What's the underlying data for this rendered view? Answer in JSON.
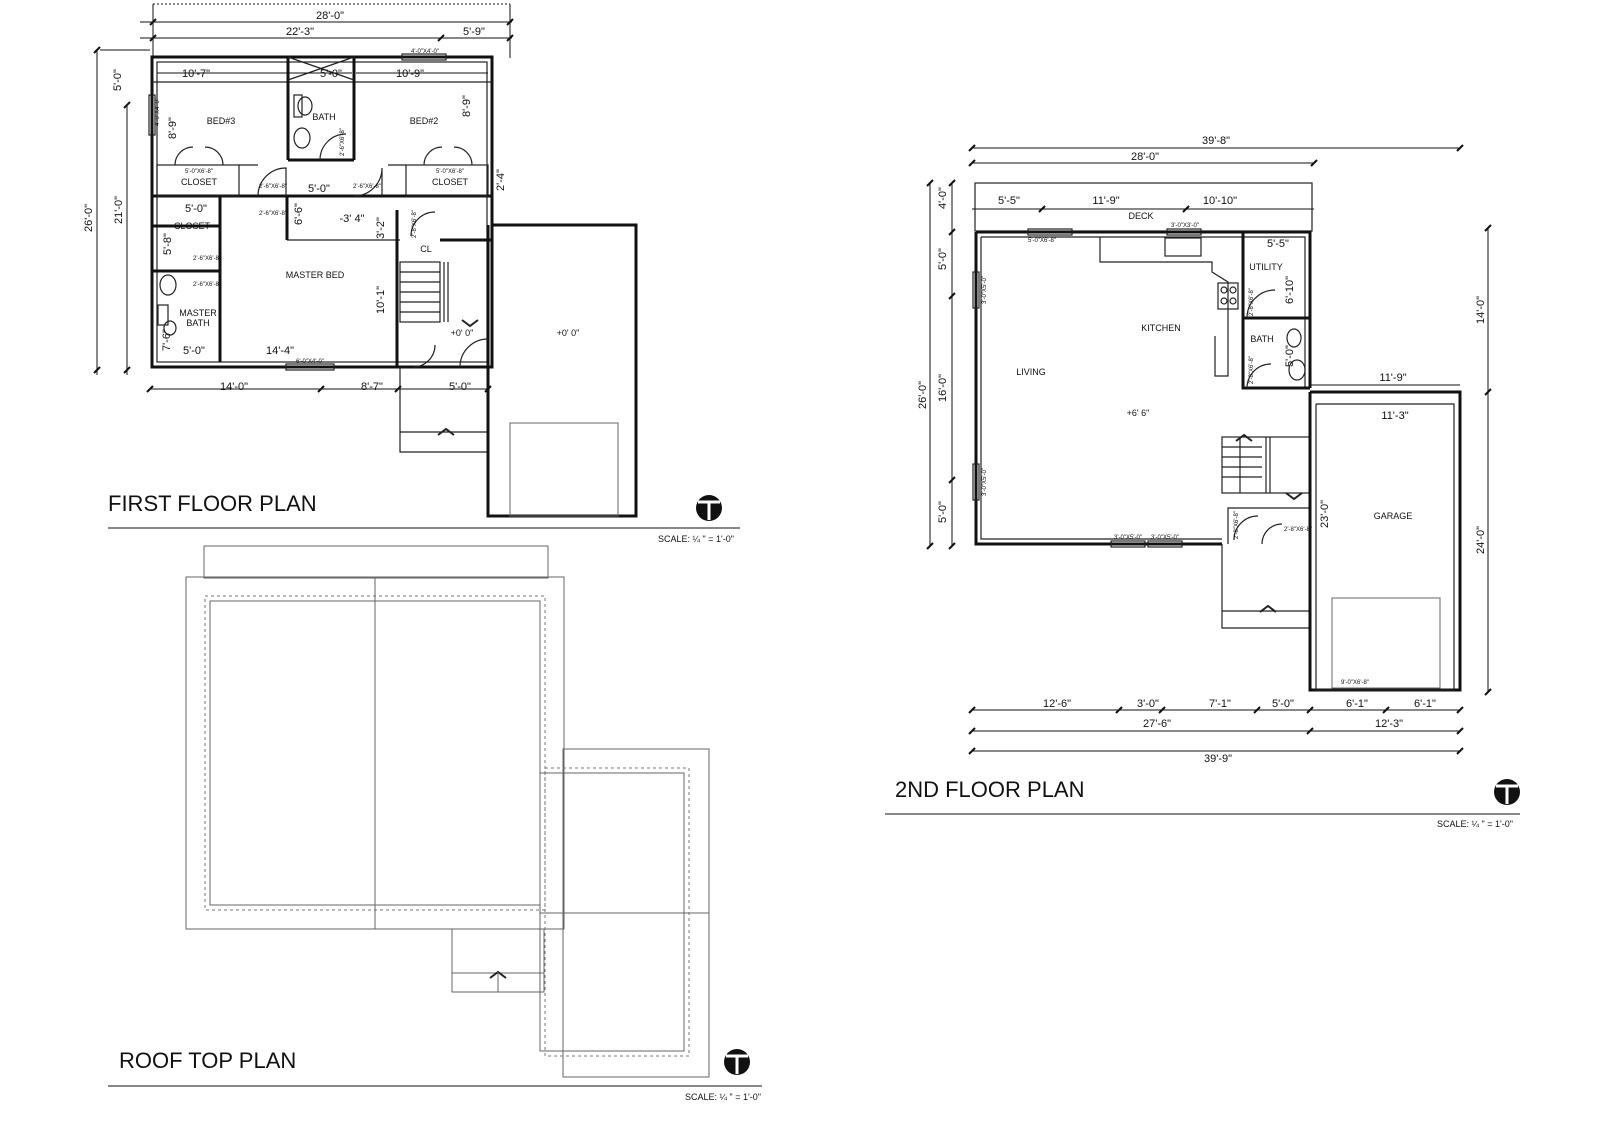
{
  "first_floor": {
    "title": "FIRST FLOOR PLAN",
    "scale": "SCALE: ¼ \" = 1'-0\"",
    "dims": {
      "top_overall": "28'-0\"",
      "top_main": "22'-3\"",
      "top_right": "5'-9\"",
      "window_top": "4'-0\"X4'-0\"",
      "left_upper": "5'-0\"",
      "left_mid": "21'-0\"",
      "left_overall": "26'-0\"",
      "bed3_width": "10'-7\"",
      "bath_width": "5'-0\"",
      "bed2_width": "10'-9\"",
      "bed3_depth": "8'-9\"",
      "bed2_depth": "8'-9\"",
      "hall_width": "5'-0\"",
      "hall_depth": "6'-6\"",
      "right_small": "2'-4\"",
      "closet_width": "5'-0\"",
      "closet_depth": "5'-8\"",
      "mbath_width": "5'-0\"",
      "mbath_depth": "7'-6\"",
      "master_depth": "10'-1\"",
      "master_width": "14'-4\"",
      "landing": "3'-2\"",
      "step": "-3' 4\"",
      "bottom_a": "14'-0\"",
      "bottom_b": "8'-7\"",
      "bottom_c": "5'-0\"",
      "win_left": "4'-0\"X4'-0\"",
      "door_closet_3": "5'-0\"X6'-8\"",
      "door_closet_2": "5'-0\"X6'-8\"",
      "door_bed3": "2'-6\"X6'-8\"",
      "door_bed2": "2'-6\"X6'-8\"",
      "door_bath": "2'-6\"X6'-8\"",
      "door_hall": "2'-6\"X6'-8\"",
      "door_mcloset": "2'-6\"X6'-8\"",
      "door_mbath": "2'-6\"X6'-8\"",
      "door_cl": "2'-8\"X6'-8\"",
      "win_master": "6'-0\"X4'-0\""
    },
    "labels": {
      "bed3": "BED#3",
      "bath": "BATH",
      "bed2": "BED#2",
      "closet_left": "CLOSET",
      "closet_right": "CLOSET",
      "closet_master": "CLOSET",
      "master_bath": "MASTER\nBATH",
      "master_bath_1": "MASTER",
      "master_bath_2": "BATH",
      "master_bed": "MASTER BED",
      "cl": "CL",
      "elev_entry": "+0' 0\"",
      "elev_garage": "+0' 0\""
    }
  },
  "second_floor": {
    "title": "2ND FLOOR PLAN",
    "scale": "SCALE: ¼ \" = 1'-0\"",
    "dims": {
      "top_overall": "39'-8\"",
      "top_main": "28'-0\"",
      "seg1": "5'-5\"",
      "seg2": "11'-9\"",
      "seg3": "10'-10\"",
      "left_deck": "4'-0\"",
      "left_upper": "5'-0\"",
      "left_mid": "16'-0\"",
      "left_lower": "5'-0\"",
      "left_overall": "26'-0\"",
      "utility_w": "5'-5\"",
      "utility_d": "6'-10\"",
      "bath_d": "5'-0\"",
      "right_14": "14'-0\"",
      "right_11_9": "11'-9\"",
      "garage_w": "11'-3\"",
      "garage_d": "23'-0\"",
      "right_24": "24'-0\"",
      "bot1": "12'-6\"",
      "bot2": "3'-0\"",
      "bot3": "7'-1\"",
      "bot4": "5'-0\"",
      "bot5": "6'-1\"",
      "bot6": "6'-1\"",
      "bot_sub": "27'-6\"",
      "bot_garage": "12'-3\"",
      "bot_overall": "39'-9\"",
      "win_deck": "3'-0\"X3'-0\"",
      "door_deck": "5'-0\"X6'-8\"",
      "win_left1": "3'-0\"X5'-0\"",
      "win_left2": "3'-0\"X5'-0\"",
      "win_bot1": "3'-0\"X5'-0\"",
      "win_bot2": "3'-0\"X5'-0\"",
      "door_util": "2'-8\"X6'-8\"",
      "door_bath": "2'-8\"X6'-8\"",
      "door_stair": "2'-8\"X6'-8\"",
      "door_stair2": "2'-8\"X6'-8\"",
      "door_garage": "9'-0\"X6'-8\""
    },
    "labels": {
      "deck": "DECK",
      "utility": "UTILITY",
      "kitchen": "KITCHEN",
      "bath": "BATH",
      "living": "LIVING",
      "garage": "GARAGE",
      "elev": "+6' 6\""
    }
  },
  "roof": {
    "title": "ROOF TOP PLAN",
    "scale": "SCALE: ¼ \" = 1'-0\""
  }
}
